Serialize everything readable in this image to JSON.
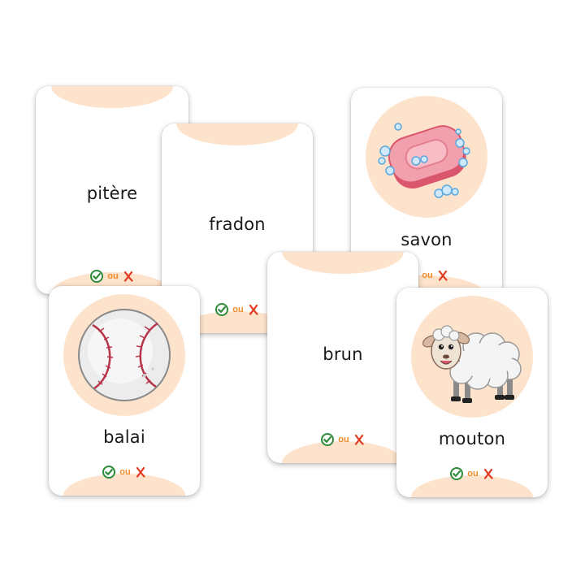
{
  "answer_connector": "ou",
  "colors": {
    "peach": "#fde3cc",
    "check_green": "#2e8b3a",
    "cross_red": "#e23a1f",
    "connector_orange": "#f08a24"
  },
  "cards": [
    {
      "word": "pitère"
    },
    {
      "word": "fradon"
    },
    {
      "word": "savon",
      "image": "soap-icon"
    },
    {
      "word": "balai",
      "image": "baseball-icon"
    },
    {
      "word": "brun"
    },
    {
      "word": "mouton",
      "image": "sheep-icon"
    }
  ]
}
